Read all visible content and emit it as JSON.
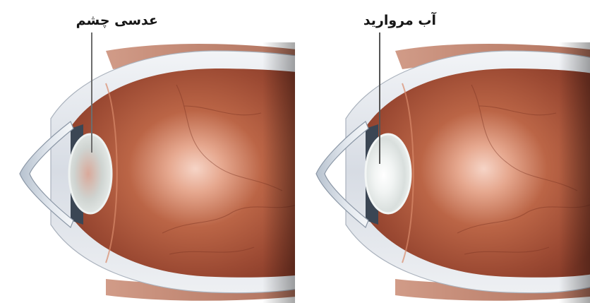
{
  "panels": [
    {
      "label": "عدسی چشم",
      "lens_state": "clear"
    },
    {
      "label": "آب مروارید",
      "lens_state": "cloudy"
    }
  ],
  "colors": {
    "background": "#ffffff",
    "eye_interior": "#a9533a",
    "eye_interior_highlight": "#f2c8b8",
    "sclera": "#dfe3ea",
    "cornea": "#c9d2dd",
    "lens_clear": "#d7dedc",
    "lens_cloudy": "#e6ebe9",
    "label_text": "#161616",
    "pointer_line": "#555555"
  }
}
